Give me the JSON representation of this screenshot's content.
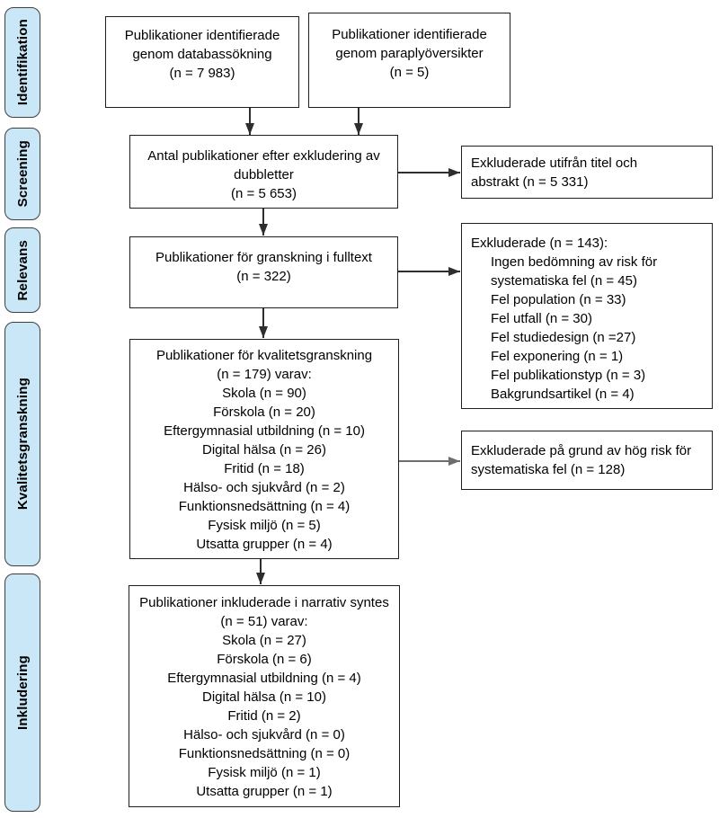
{
  "colors": {
    "background": "#ffffff",
    "text": "#000000",
    "stage_fill": "#c9e7f7",
    "stage_border": "#404040",
    "box_border": "#1f1f1f",
    "arrow": "#2e2e2e",
    "arrow_gray": "#6e6e6e"
  },
  "sidebar": {
    "stages": [
      {
        "label": "Identifikation"
      },
      {
        "label": "Screening"
      },
      {
        "label": "Relevans"
      },
      {
        "label": "Kvalitetsgranskning"
      },
      {
        "label": "Inkludering"
      }
    ]
  },
  "flow": {
    "db_search": {
      "lines": [
        "Publikationer identifierade",
        "genom databassökning",
        "(n = 7 983)"
      ]
    },
    "umbrella": {
      "lines": [
        "Publikationer identifierade",
        "genom paraplyöversikter",
        "(n = 5)"
      ]
    },
    "dedup": {
      "lines": [
        "Antal publikationer efter exkludering av",
        "dubbletter",
        "(n = 5 653)"
      ]
    },
    "excluded_title_abstract": {
      "lines": [
        "Exkluderade utifrån titel och",
        "abstrakt (n = 5 331)"
      ]
    },
    "fulltext": {
      "lines": [
        "Publikationer för granskning i fulltext",
        "(n = 322)"
      ]
    },
    "excluded_fulltext": {
      "lines": [
        {
          "text": "Exkluderade (n = 143):"
        },
        {
          "text": "Ingen bedömning av risk för",
          "indent": true
        },
        {
          "text": "systematiska fel (n = 45)",
          "indent": true
        },
        {
          "text": "Fel population (n = 33)",
          "indent": true
        },
        {
          "text": "Fel utfall (n = 30)",
          "indent": true
        },
        {
          "text": "Fel studiedesign (n =27)",
          "indent": true
        },
        {
          "text": "Fel exponering (n = 1)",
          "indent": true
        },
        {
          "text": "Fel publikationstyp (n = 3)",
          "indent": true
        },
        {
          "text": "Bakgrundsartikel (n = 4)",
          "indent": true
        }
      ]
    },
    "quality": {
      "lines": [
        "Publikationer för kvalitetsgranskning",
        "(n = 179) varav:",
        "Skola (n = 90)",
        "Förskola (n = 20)",
        "Eftergymnasial utbildning (n = 10)",
        "Digital hälsa (n = 26)",
        "Fritid (n = 18)",
        "Hälso- och sjukvård (n = 2)",
        "Funktionsnedsättning (n = 4)",
        "Fysisk miljö (n = 5)",
        "Utsatta grupper (n = 4)"
      ]
    },
    "excluded_bias": {
      "lines": [
        "Exkluderade på grund av hög risk för",
        "systematiska fel (n = 128)"
      ]
    },
    "included": {
      "lines": [
        "Publikationer inkluderade i narrativ syntes",
        "(n = 51) varav:",
        "Skola (n = 27)",
        "Förskola (n = 6)",
        "Eftergymnasial utbildning (n = 4)",
        "Digital hälsa (n = 10)",
        "Fritid (n = 2)",
        "Hälso- och sjukvård (n = 0)",
        "Funktionsnedsättning (n = 0)",
        "Fysisk miljö (n = 1)",
        "Utsatta grupper (n = 1)"
      ]
    }
  }
}
